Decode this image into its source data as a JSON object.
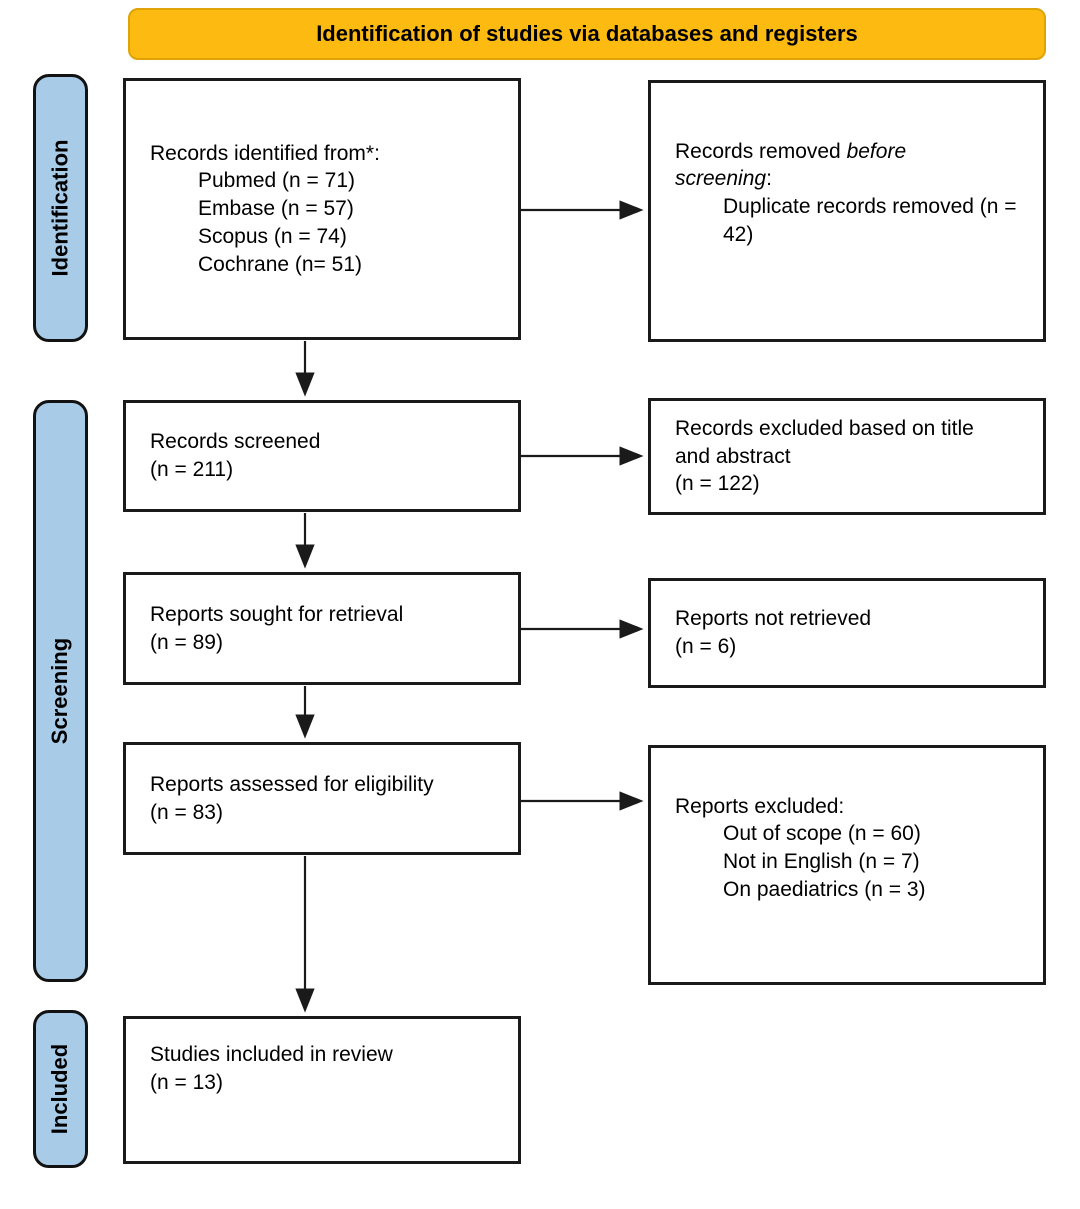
{
  "banner": {
    "title": "Identification of studies via databases and registers"
  },
  "stages": {
    "identification": "Identification",
    "screening": "Screening",
    "included": "Included"
  },
  "boxes": {
    "records_identified": {
      "title": "Records identified from*:",
      "sources": [
        "Pubmed (n = 71)",
        "Embase (n = 57)",
        "Scopus (n = 74)",
        "Cochrane (n= 51)"
      ]
    },
    "records_removed": {
      "title_regular": "Records removed ",
      "title_italic": "before screening",
      "title_suffix": ":",
      "reasons": [
        "Duplicate records removed (n = 42)"
      ]
    },
    "records_screened": {
      "text": "Records screened",
      "count": "(n = 211)"
    },
    "records_excluded": {
      "text": "Records excluded based on title and abstract",
      "count": "(n = 122)"
    },
    "reports_sought": {
      "text": "Reports sought for retrieval",
      "count": "(n = 89)"
    },
    "reports_not_retrieved": {
      "text": "Reports not retrieved",
      "count": "(n = 6)"
    },
    "reports_assessed": {
      "text": "Reports assessed for eligibility",
      "count": "(n = 83)"
    },
    "reports_excluded": {
      "title": "Reports excluded:",
      "reasons": [
        "Out of scope (n = 60)",
        "Not in English (n = 7)",
        "On paediatrics (n = 3)"
      ]
    },
    "studies_included": {
      "text": "Studies included in review",
      "count": "(n = 13)"
    }
  },
  "colors": {
    "banner_fill": "#FDBB11",
    "banner_border": "#DFA307",
    "stage_fill": "#A8CBE8",
    "stage_border": "#121212",
    "box_border": "#1A1A1A",
    "arrow": "#1A1A1A"
  }
}
